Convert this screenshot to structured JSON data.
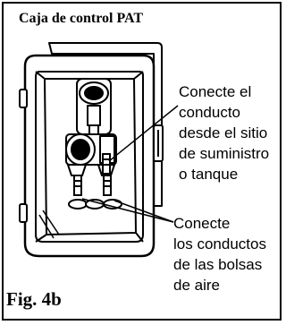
{
  "title": "Caja de control PAT",
  "figure_label": "Fig. 4b",
  "callouts": [
    {
      "lines": [
        "Conecte el",
        "conducto",
        "desde el sitio",
        "de suministro",
        "o tanque"
      ]
    },
    {
      "lines": [
        "Conecte",
        "los conductos",
        "de las bolsas",
        "de aire"
      ]
    }
  ],
  "colors": {
    "ink": "#000000",
    "background": "#ffffff"
  }
}
